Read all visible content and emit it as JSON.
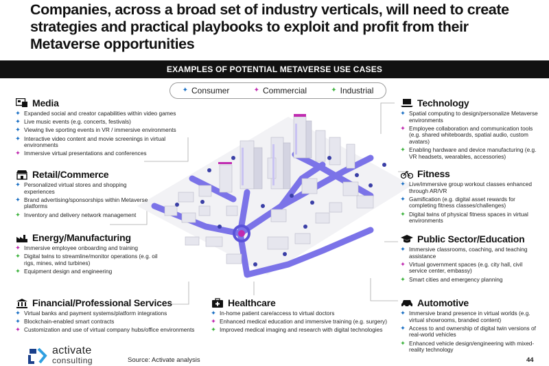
{
  "headline": "Companies, across a broad set of industry verticals, will need to create strategies and practical playbooks to exploit and profit from their Metaverse opportunities",
  "banner": "EXAMPLES OF POTENTIAL METAVERSE USE CASES",
  "legend": {
    "consumer": "Consumer",
    "commercial": "Commercial",
    "industrial": "Industrial"
  },
  "colors": {
    "consumer": "#1a6fc4",
    "commercial": "#c02bb0",
    "industrial": "#3fb33f",
    "road": "#7b73e8",
    "banner": "#111111"
  },
  "sections": {
    "media": {
      "title": "Media",
      "icon": "media-icon",
      "items": [
        {
          "type": "consumer",
          "text": "Expanded social and creator capabilities within video games"
        },
        {
          "type": "consumer",
          "text": "Live music events (e.g. concerts, festivals)"
        },
        {
          "type": "consumer",
          "text": "Viewing live sporting events in VR / immersive environments"
        },
        {
          "type": "consumer",
          "text": "Interactive video content and movie screenings in virtual environments"
        },
        {
          "type": "commercial",
          "text": "Immersive virtual presentations and conferences"
        }
      ]
    },
    "retail": {
      "title": "Retail/Commerce",
      "icon": "storefront-icon",
      "items": [
        {
          "type": "consumer",
          "text": "Personalized virtual stores and shopping experiences"
        },
        {
          "type": "consumer",
          "text": "Brand advertising/sponsorships within Metaverse platforms"
        },
        {
          "type": "industrial",
          "text": "Inventory and delivery network management"
        }
      ]
    },
    "energy": {
      "title": "Energy/Manufacturing",
      "icon": "factory-icon",
      "items": [
        {
          "type": "commercial",
          "text": "Immersive employee onboarding and training"
        },
        {
          "type": "industrial",
          "text": "Digital twins to streamline/monitor operations (e.g. oil rigs, mines, wind turbines)"
        },
        {
          "type": "industrial",
          "text": "Equipment design and engineering"
        }
      ]
    },
    "financial": {
      "title": "Financial/Professional Services",
      "icon": "bank-icon",
      "items": [
        {
          "type": "consumer",
          "text": "Virtual banks and payment systems/platform integrations"
        },
        {
          "type": "consumer",
          "text": "Blockchain-enabled smart contracts"
        },
        {
          "type": "commercial",
          "text": "Customization and use of virtual company hubs/office environments"
        }
      ]
    },
    "healthcare": {
      "title": "Healthcare",
      "icon": "medical-kit-icon",
      "items": [
        {
          "type": "consumer",
          "text": "In-home patient care/access to virtual doctors"
        },
        {
          "type": "commercial",
          "text": "Enhanced medical education and immersive training (e.g. surgery)"
        },
        {
          "type": "industrial",
          "text": "Improved medical imaging and research with digital technologies"
        }
      ]
    },
    "technology": {
      "title": "Technology",
      "icon": "laptop-icon",
      "items": [
        {
          "type": "consumer",
          "text": "Spatial computing to design/personalize Metaverse environments"
        },
        {
          "type": "commercial",
          "text": "Employee collaboration and communication tools (e.g. shared whiteboards, spatial audio, custom avatars)"
        },
        {
          "type": "industrial",
          "text": "Enabling hardware and device manufacturing (e.g. VR headsets, wearables, accessories)"
        }
      ]
    },
    "fitness": {
      "title": "Fitness",
      "icon": "bicycle-icon",
      "items": [
        {
          "type": "consumer",
          "text": "Live/immersive group workout classes enhanced through AR/VR"
        },
        {
          "type": "consumer",
          "text": "Gamification (e.g. digital asset rewards for completing fitness classes/challenges)"
        },
        {
          "type": "industrial",
          "text": "Digital twins of physical fitness spaces in virtual environments"
        }
      ]
    },
    "public": {
      "title": "Public Sector/Education",
      "icon": "graduation-cap-icon",
      "items": [
        {
          "type": "consumer",
          "text": "Immersive classrooms, coaching, and teaching assistance"
        },
        {
          "type": "commercial",
          "text": "Virtual government spaces (e.g. city hall, civil service center, embassy)"
        },
        {
          "type": "industrial",
          "text": "Smart cities and emergency planning"
        }
      ]
    },
    "automotive": {
      "title": "Automotive",
      "icon": "car-icon",
      "items": [
        {
          "type": "consumer",
          "text": "Immersive brand presence in virtual worlds (e.g. virtual showrooms, branded content)"
        },
        {
          "type": "consumer",
          "text": "Access to and ownership of digital twin versions of real-world vehicles"
        },
        {
          "type": "industrial",
          "text": "Enhanced vehicle design/engineering with mixed-reality technology"
        }
      ]
    }
  },
  "footer": {
    "logo_main": "activate",
    "logo_sub": "consulting",
    "source": "Source: Activate analysis",
    "page": "44"
  }
}
